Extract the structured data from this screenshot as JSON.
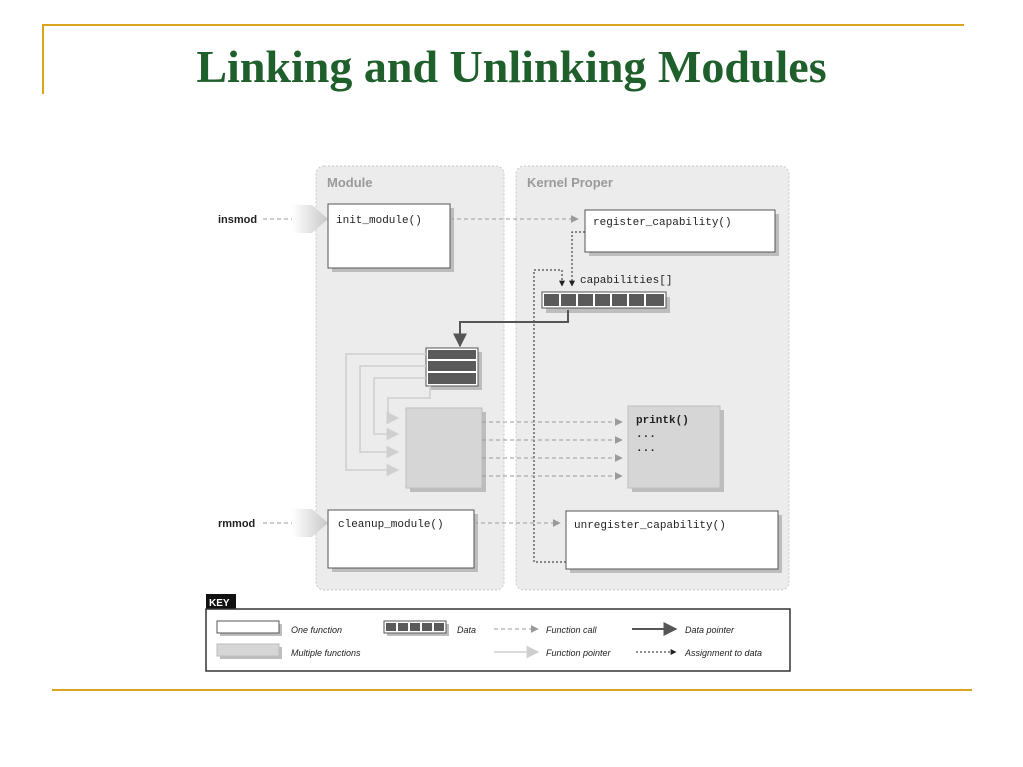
{
  "slide": {
    "title": "Linking and Unlinking Modules",
    "accent_color": "#d9a520",
    "title_color": "#1f5f2b"
  },
  "diagram": {
    "module_label": "Module",
    "kernel_label": "Kernel Proper",
    "insmod": "insmod",
    "rmmod": "rmmod",
    "init_module": "init_module()",
    "cleanup_module": "cleanup_module()",
    "register_capability": "register_capability()",
    "unregister_capability": "unregister_capability()",
    "capabilities": "capabilities[]",
    "printk": "printk()",
    "dots1": "...",
    "dots2": "..."
  },
  "key": {
    "title": "KEY",
    "one_function": "One function",
    "multiple_functions": "Multiple functions",
    "data": "Data",
    "function_call": "Function call",
    "function_pointer": "Function pointer",
    "data_pointer": "Data pointer",
    "assignment_to_data": "Assignment to data"
  }
}
